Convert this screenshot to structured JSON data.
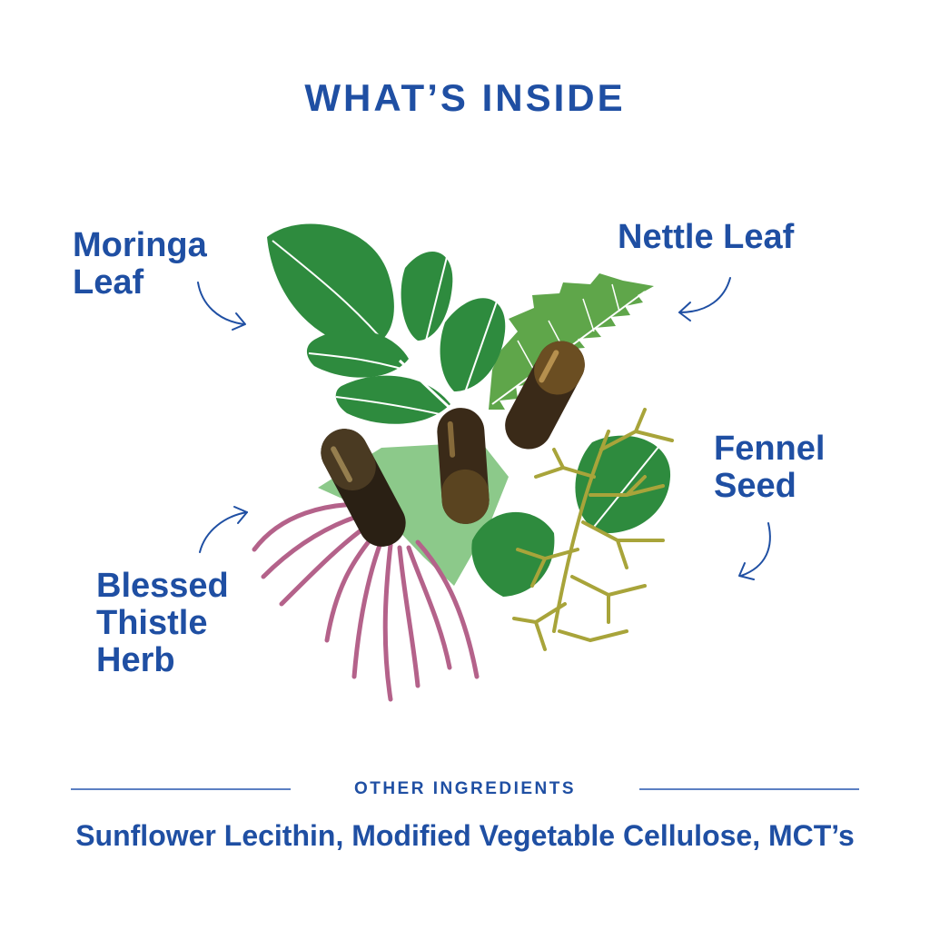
{
  "title": "WHAT’S INSIDE",
  "ingredients": {
    "moringa": [
      "Moringa",
      "Leaf"
    ],
    "nettle": [
      "Nettle Leaf"
    ],
    "fennel": [
      "Fennel",
      "Seed"
    ],
    "thistle": [
      "Blessed",
      "Thistle",
      "Herb"
    ]
  },
  "other_ingredients": {
    "heading": "OTHER INGREDIENTS",
    "list": "Sunflower Lecithin, Modified Vegetable Cellulose, MCT’s"
  },
  "colors": {
    "text": "#1f4fa3",
    "moringa_leaf": "#2e8b3e",
    "nettle_leaf": "#5fa64a",
    "light_leaf": "#8cc98a",
    "fennel": "#a8a43a",
    "thistle": "#b4628a",
    "capsule": "#3a2a18"
  },
  "icons": [
    "arrow-icon",
    "moringa-leaf-icon",
    "nettle-leaf-icon",
    "fennel-seed-icon",
    "blessed-thistle-icon",
    "capsule-icon"
  ]
}
